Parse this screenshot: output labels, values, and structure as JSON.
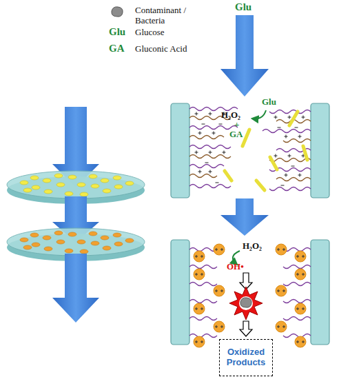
{
  "diagram": {
    "nodes": [
      {
        "text": [
          "Oxidized Products"
        ]
      }
    ],
    "labels": [
      "Glu",
      "GA",
      "Glu",
      "Glu",
      "H₂O₂",
      "+",
      "GA",
      "H₂O₂",
      "OH•"
    ],
    "legend": [
      {
        "text": "Contaminant / Bacteria"
      },
      {
        "text": "Glucose"
      },
      {
        "text": "Gluconic Acid"
      }
    ]
  }
}
